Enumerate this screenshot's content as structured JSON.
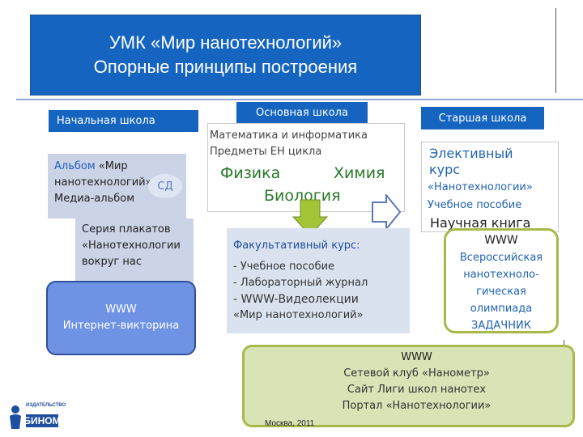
{
  "title": {
    "line1": "УМК «Мир нанотехнологий»",
    "line2": "Опорные принципы построения"
  },
  "primary": {
    "header": "Начальная школа",
    "album_word": "Альбом",
    "album_rest": " «Мир",
    "album_line2": "нанотехнологий»",
    "album_line3": "Медиа-альбом",
    "cd_badge": "СД",
    "posters_line1": "Серия плакатов",
    "posters_line2": "«Нанотехнологии",
    "posters_line3": "вокруг нас",
    "web_www": "WWW",
    "web_quiz": "Интернет-викторина"
  },
  "main": {
    "header": "Основная школа",
    "line1": "Математика и информатика",
    "line2": "Предметы ЕН цикла",
    "physics": "Физика",
    "chemistry": "Химия",
    "biology": "Биология",
    "optional_title": "Факультативный курс:",
    "optional_item1": "- Учебное пособие",
    "optional_item2": "- Лабораторный журнал",
    "optional_item3": "- WWW-Видеолекции",
    "optional_item4": "«Мир нанотехнологий»"
  },
  "senior": {
    "header": "Старшая школа",
    "elective_line1": "Элективный",
    "elective_line2": "курс",
    "nano_book": "«Нанотехнологии»",
    "textbook": "Учебное пособие",
    "science_book": "Научная книга",
    "olymp_www": "WWW",
    "olymp_line1": "Всероссийская",
    "olymp_line2": "нанотехноло-",
    "olymp_line3": "гическая",
    "olymp_line4": "олимпиада",
    "olymp_line5": "ЗАДАЧНИК"
  },
  "club": {
    "www": "WWW",
    "line1": "Сетевой клуб «Нанометр»",
    "line2": "Сайт Лиги школ нанотех",
    "line3": "Портал «Нанотехнологии»"
  },
  "footer": {
    "date": "Москва, 2011",
    "logo_top": "ИЗДАТЕЛЬСТВО",
    "logo_name": "БИНОМ"
  },
  "colors": {
    "accent_blue": "#1565c0",
    "subject_green": "#2a7a2a",
    "olive_border": "#a8b94a"
  }
}
